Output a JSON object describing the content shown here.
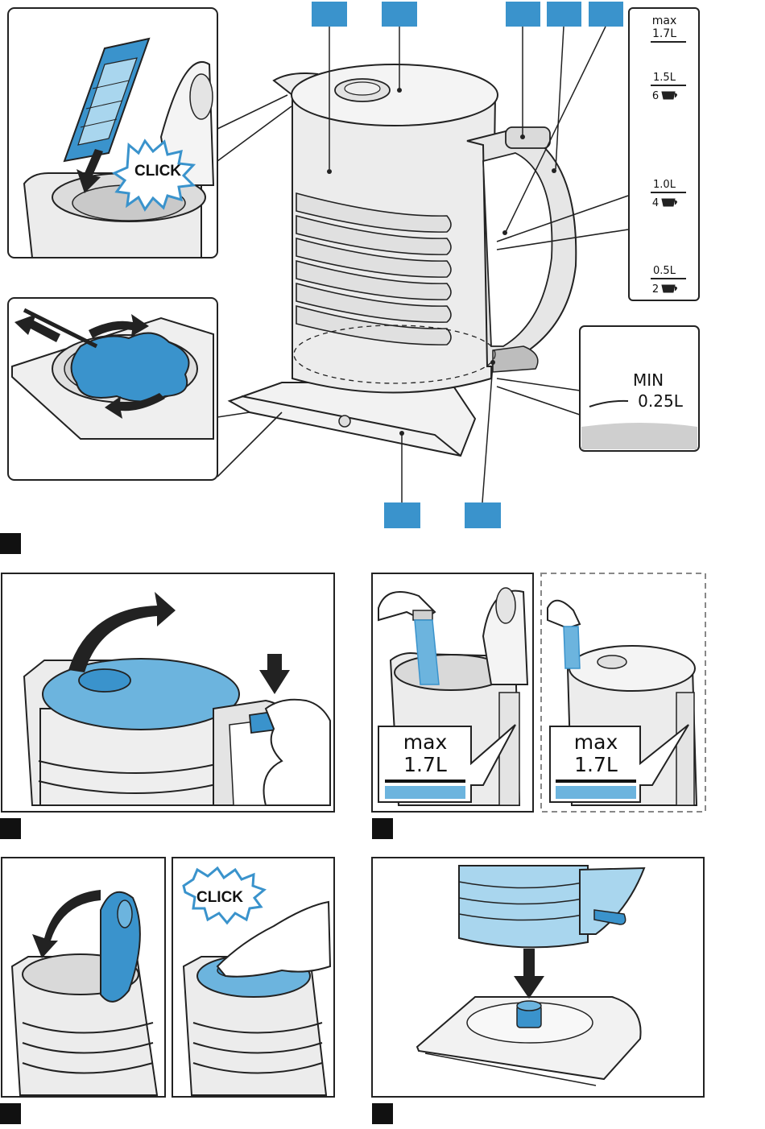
{
  "overview": {
    "click_label": "CLICK",
    "scale": {
      "max_label": "max",
      "max_volume": "1.7L",
      "marks": [
        {
          "volume": "1.5L",
          "cups": "6"
        },
        {
          "volume": "1.0L",
          "cups": "4"
        },
        {
          "volume": "0.5L",
          "cups": "2"
        }
      ]
    },
    "min_label": "MIN",
    "min_volume": "0.25L"
  },
  "step_fill": {
    "max_label": "max",
    "max_volume": "1.7L"
  },
  "step_close": {
    "click_label": "CLICK"
  },
  "colors": {
    "accent_blue": "#3a93cc",
    "water_blue": "#6cb4de",
    "light_blue": "#a9d6ee",
    "kettle_grey": "#e4e4e4",
    "outline": "#222222"
  }
}
